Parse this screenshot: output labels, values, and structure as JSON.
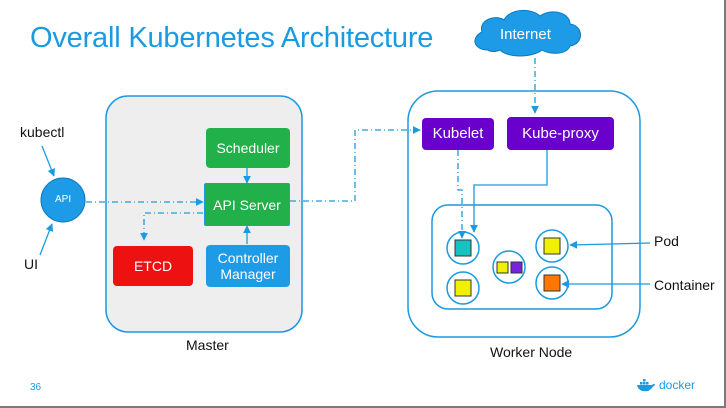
{
  "slide": {
    "title": "Overall Kubernetes Architecture",
    "page_number": "36"
  },
  "internet": {
    "label": "Internet"
  },
  "client": {
    "kubectl": "kubectl",
    "ui": "UI",
    "api": "API"
  },
  "master": {
    "label": "Master",
    "scheduler": "Scheduler",
    "api_server": "API Server",
    "etcd": "ETCD",
    "controller_manager_line1": "Controller",
    "controller_manager_line2": "Manager"
  },
  "worker": {
    "label": "Worker Node",
    "kubelet": "Kubelet",
    "kube_proxy": "Kube-proxy"
  },
  "annotations": {
    "pod": "Pod",
    "container": "Container"
  },
  "logo": {
    "text": "docker"
  },
  "colors": {
    "title_blue": "#1a9ae0",
    "green": "#22b04b",
    "red": "#ee1111",
    "light_blue": "#1e9be6",
    "purple": "#6a00cc",
    "container_cyan": "#19c2c2",
    "container_yellow": "#f0f000",
    "container_orange": "#ff7700",
    "container_purple": "#7722dd"
  }
}
